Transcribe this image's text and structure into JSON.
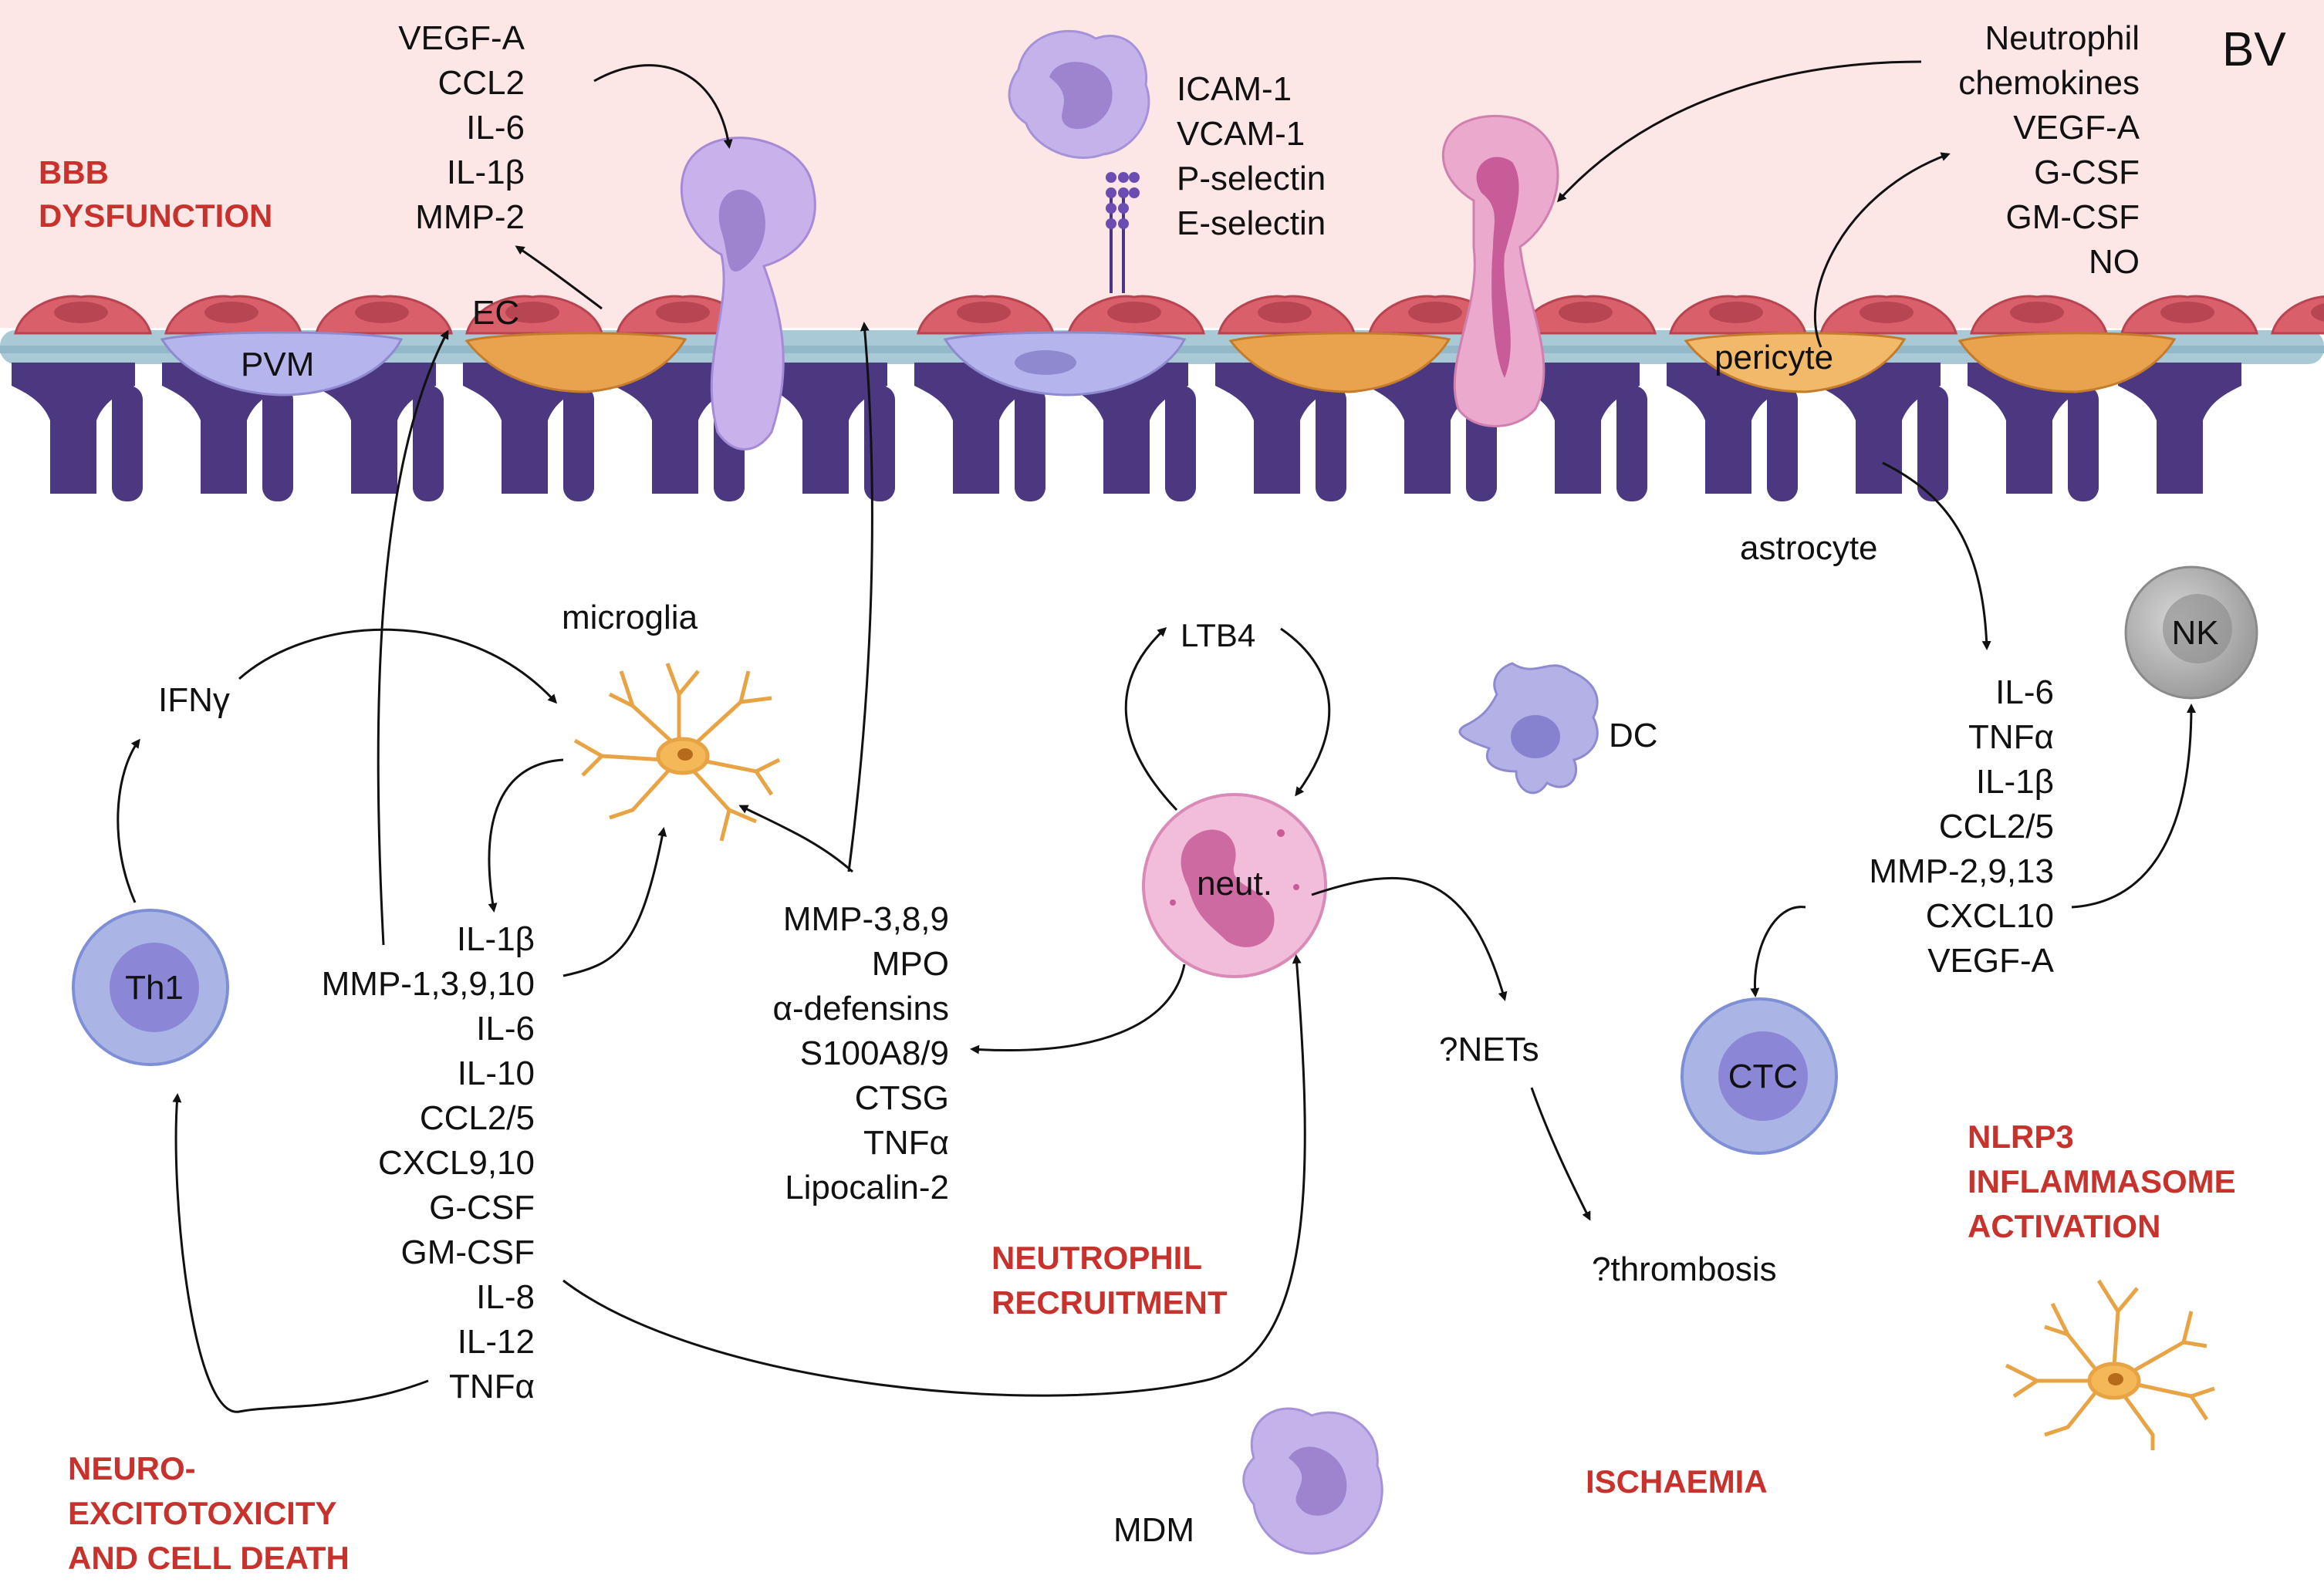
{
  "labels": {
    "bv": "BV",
    "ec": "EC",
    "pvm": "PVM",
    "pericyte": "pericyte",
    "astrocyte": "astrocyte",
    "microglia": "microglia",
    "ifng": "IFNγ",
    "th1": "Th1",
    "ltb4": "LTB4",
    "neut": "neut.",
    "dc": "DC",
    "nk": "NK",
    "ctc": "CTC",
    "nets": "?NETs",
    "thrombosis": "?thrombosis",
    "mdm": "MDM"
  },
  "headings": {
    "bbb": [
      "BBB",
      "DYSFUNCTION"
    ],
    "neutrophil_recruitment": [
      "NEUTROPHIL",
      "RECRUITMENT"
    ],
    "nlrp3": [
      "NLRP3",
      "INFLAMMASOME",
      "ACTIVATION"
    ],
    "neurotoxicity": [
      "NEURO-",
      "EXCITOTOXICITY",
      "AND CELL DEATH"
    ],
    "ischaemia": [
      "ISCHAEMIA"
    ]
  },
  "lists": {
    "bbb_factors": [
      "VEGF-A",
      "CCL2",
      "IL-6",
      "IL-1β",
      "MMP-2"
    ],
    "adhesion": [
      "ICAM-1",
      "VCAM-1",
      "P-selectin",
      "E-selectin"
    ],
    "neutrophil_chemokines": [
      "Neutrophil",
      "chemokines",
      "VEGF-A",
      "G-CSF",
      "GM-CSF",
      "NO"
    ],
    "astrocyte_factors": [
      "IL-6",
      "TNFα",
      "IL-1β",
      "CCL2/5",
      "MMP-2,9,13",
      "CXCL10",
      "VEGF-A"
    ],
    "microglia_factors": [
      "IL-1β",
      "MMP-1,3,9,10",
      "IL-6",
      "IL-10",
      "CCL2/5",
      "CXCL9,10",
      "G-CSF",
      "GM-CSF",
      "IL-8",
      "IL-12",
      "TNFα"
    ],
    "neutrophil_factors": [
      "MMP-3,8,9",
      "MPO",
      "α-defensins",
      "S100A8/9",
      "CTSG",
      "TNFα",
      "Lipocalin-2"
    ]
  },
  "colors": {
    "vessel": "#fde6e6",
    "heading_red": "#c8322c",
    "astro_purple": "#4b3880",
    "membrane_blue": "#a9c9d6",
    "endothelial": "#d9606a",
    "pericyte": "#e9a24e",
    "lymphocyte": "#9aa7de",
    "macrophage": "#b9a6e0",
    "neutrophil": "#ecaace",
    "microglia": "#f4b859",
    "nk": "#b9b9b9"
  }
}
